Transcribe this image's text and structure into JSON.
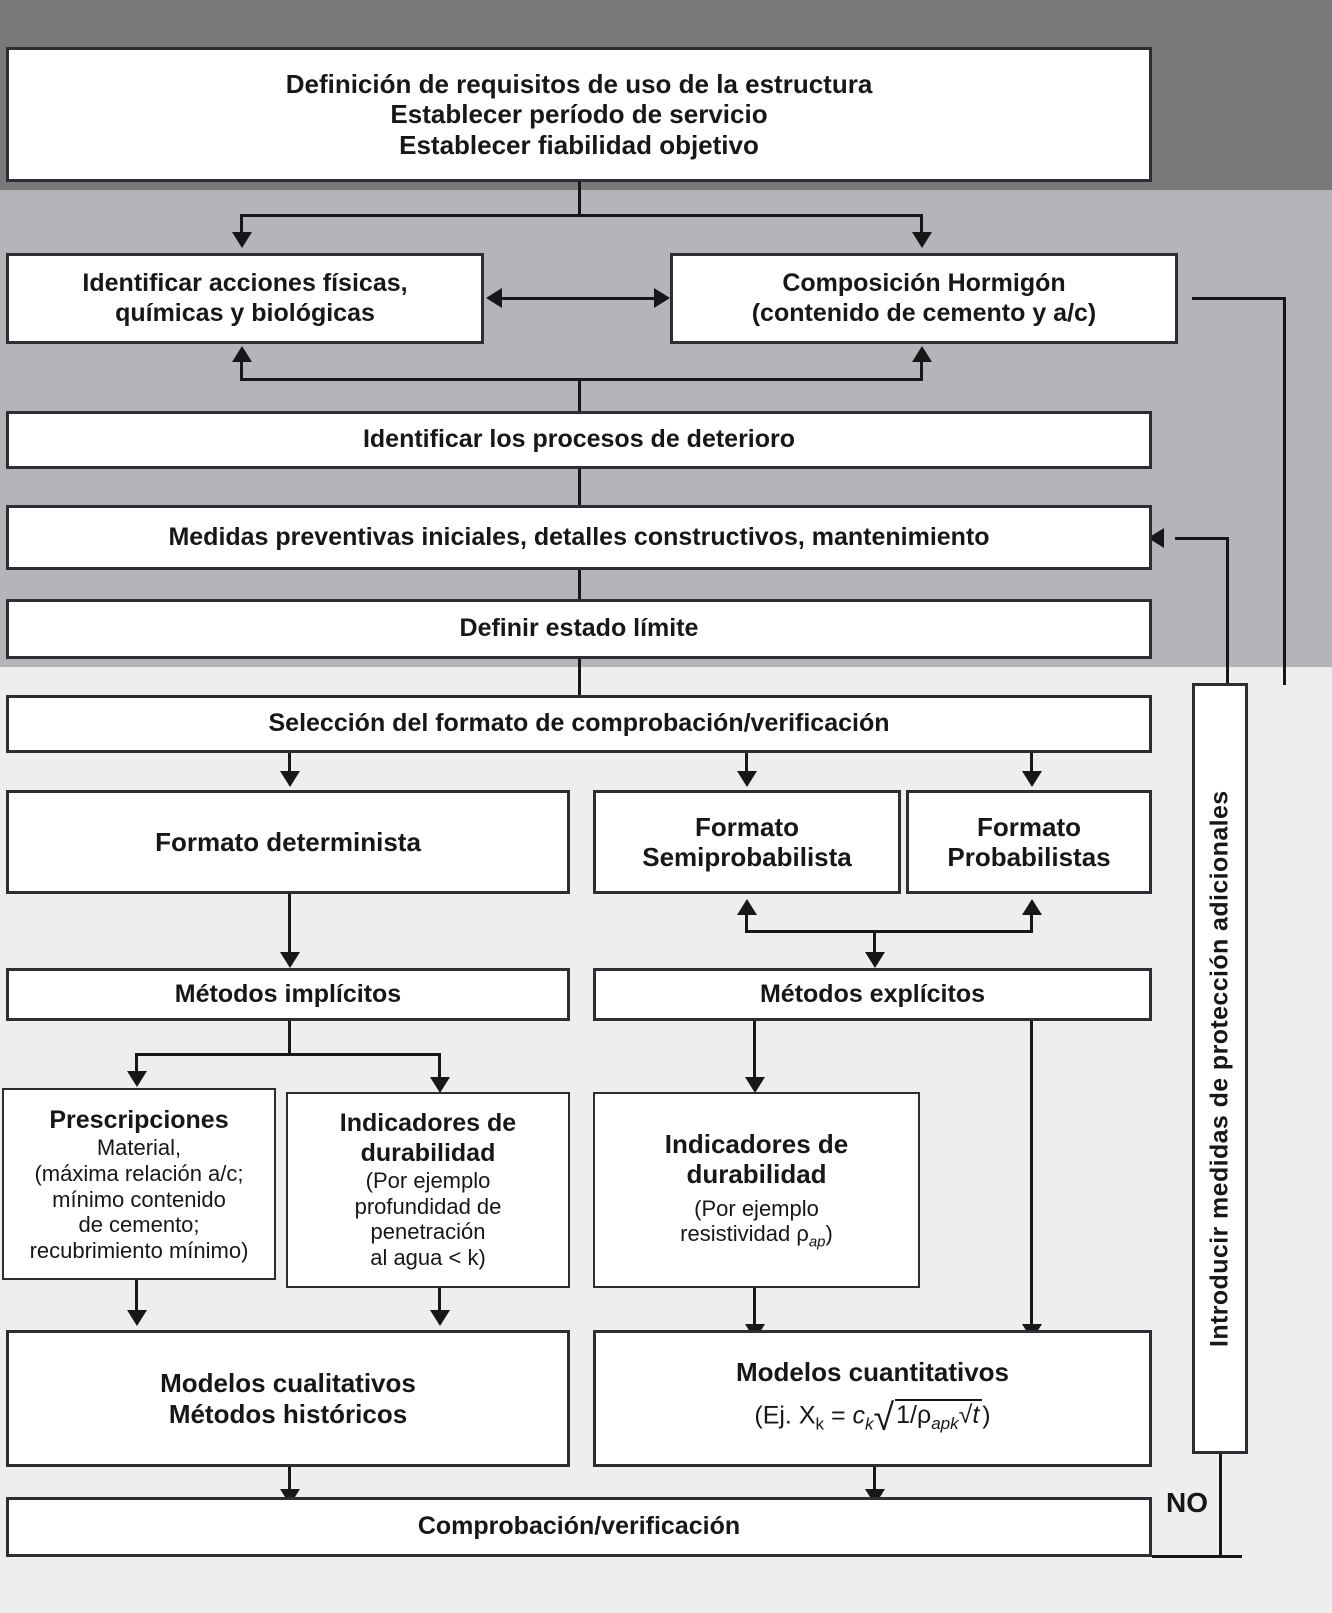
{
  "diagram": {
    "title": "Flujo de diseno por durabilidad de estructuras de hormigon",
    "colors": {
      "band_dark": "#79797c",
      "band_mid": "#b3b5b8",
      "band_light": "#eeeeee",
      "box_fill": "#ffffff",
      "stroke": "#17171a"
    }
  },
  "nodes": {
    "requisitos": {
      "line1": "Definición de requisitos de uso de la estructura",
      "line2": "Establecer período de servicio",
      "line3": "Establecer fiabilidad objetivo"
    },
    "acciones": {
      "line1": "Identificar acciones físicas,",
      "line2": "químicas y biológicas"
    },
    "composicion": {
      "line1": "Composición Hormigón",
      "line2": "(contenido de cemento y a/c)"
    },
    "deterioro": {
      "label": "Identificar los procesos de deterioro"
    },
    "medidas": {
      "label": "Medidas preventivas iniciales, detalles constructivos, mantenimiento"
    },
    "estado_limite": {
      "label": "Definir estado límite"
    },
    "seleccion": {
      "label": "Selección del formato de comprobación/verificación"
    },
    "formato_determinista": {
      "label": "Formato determinista"
    },
    "formato_semiprobabilista": {
      "line1": "Formato",
      "line2": "Semiprobabilista"
    },
    "formato_probabilistas": {
      "line1": "Formato",
      "line2": "Probabilistas"
    },
    "metodos_implicitos": {
      "label": "Métodos implícitos"
    },
    "metodos_explicitos": {
      "label": "Métodos explícitos"
    },
    "prescripciones": {
      "title": "Prescripciones",
      "line1": "Material,",
      "line2": "(máxima relación a/c;",
      "line3": "mínimo contenido",
      "line4": "de cemento;",
      "line5": "recubrimiento mínimo)"
    },
    "indicadores_implicitos": {
      "title1": "Indicadores de",
      "title2": "durabilidad",
      "line1": "(Por ejemplo",
      "line2": "profundidad de",
      "line3": "penetración",
      "line4": "al agua < k)"
    },
    "indicadores_explicitos": {
      "title1": "Indicadores de",
      "title2": "durabilidad",
      "line1": "(Por ejemplo",
      "line2_prefix": "resistividad",
      "line2_symbol": "ρ",
      "line2_sub": "ap",
      "line2_suffix": ")"
    },
    "modelos_cualitativos": {
      "line1": "Modelos cualitativos",
      "line2": "Métodos históricos"
    },
    "modelos_cuantitativos": {
      "title": "Modelos cuantitativos",
      "formula_prefix": "(Ej. X",
      "formula_xsub": "k",
      "formula_eq": " = ",
      "formula_c": "c",
      "formula_csub": "k",
      "formula_radical": "√",
      "formula_inner": "1/",
      "formula_rho": "ρ",
      "formula_rhosub": "apk",
      "formula_sqrt_t": "√",
      "formula_t": "t",
      "formula_close": ")"
    },
    "comprobacion": {
      "label": "Comprobación/verificación"
    },
    "proteccion": {
      "label": "Introducir medidas de protección adicionales"
    },
    "no_branch": {
      "label": "NO"
    }
  }
}
